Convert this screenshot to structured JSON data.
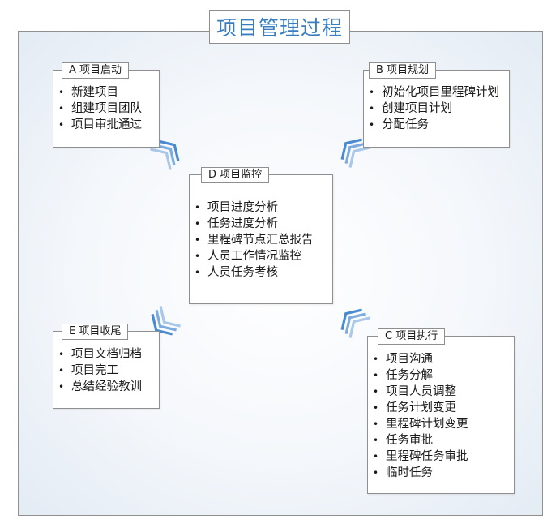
{
  "title": "项目管理过程",
  "colors": {
    "accent": "#3a7dbf",
    "border": "#8f8f8f",
    "arrow": "#4a8ad0"
  },
  "icons": {
    "flow_arrow": "chevron-arrow-icon"
  },
  "phases": {
    "a": {
      "label": "A 项目启动",
      "items": [
        "新建项目",
        "组建项目团队",
        "项目审批通过"
      ]
    },
    "b": {
      "label": "B 项目规划",
      "items": [
        "初始化项目里程碑计划",
        "创建项目计划",
        "分配任务"
      ]
    },
    "d": {
      "label": "D 项目监控",
      "items": [
        "项目进度分析",
        "任务进度分析",
        "里程碑节点汇总报告",
        "人员工作情况监控",
        "人员任务考核"
      ]
    },
    "e": {
      "label": "E 项目收尾",
      "items": [
        "项目文档归档",
        "项目完工",
        "总结经验教训"
      ]
    },
    "c": {
      "label": "C 项目执行",
      "items": [
        "项目沟通",
        "任务分解",
        "项目人员调整",
        "任务计划变更",
        "里程碑计划变更",
        "任务审批",
        "里程碑任务审批",
        "临时任务"
      ]
    }
  }
}
